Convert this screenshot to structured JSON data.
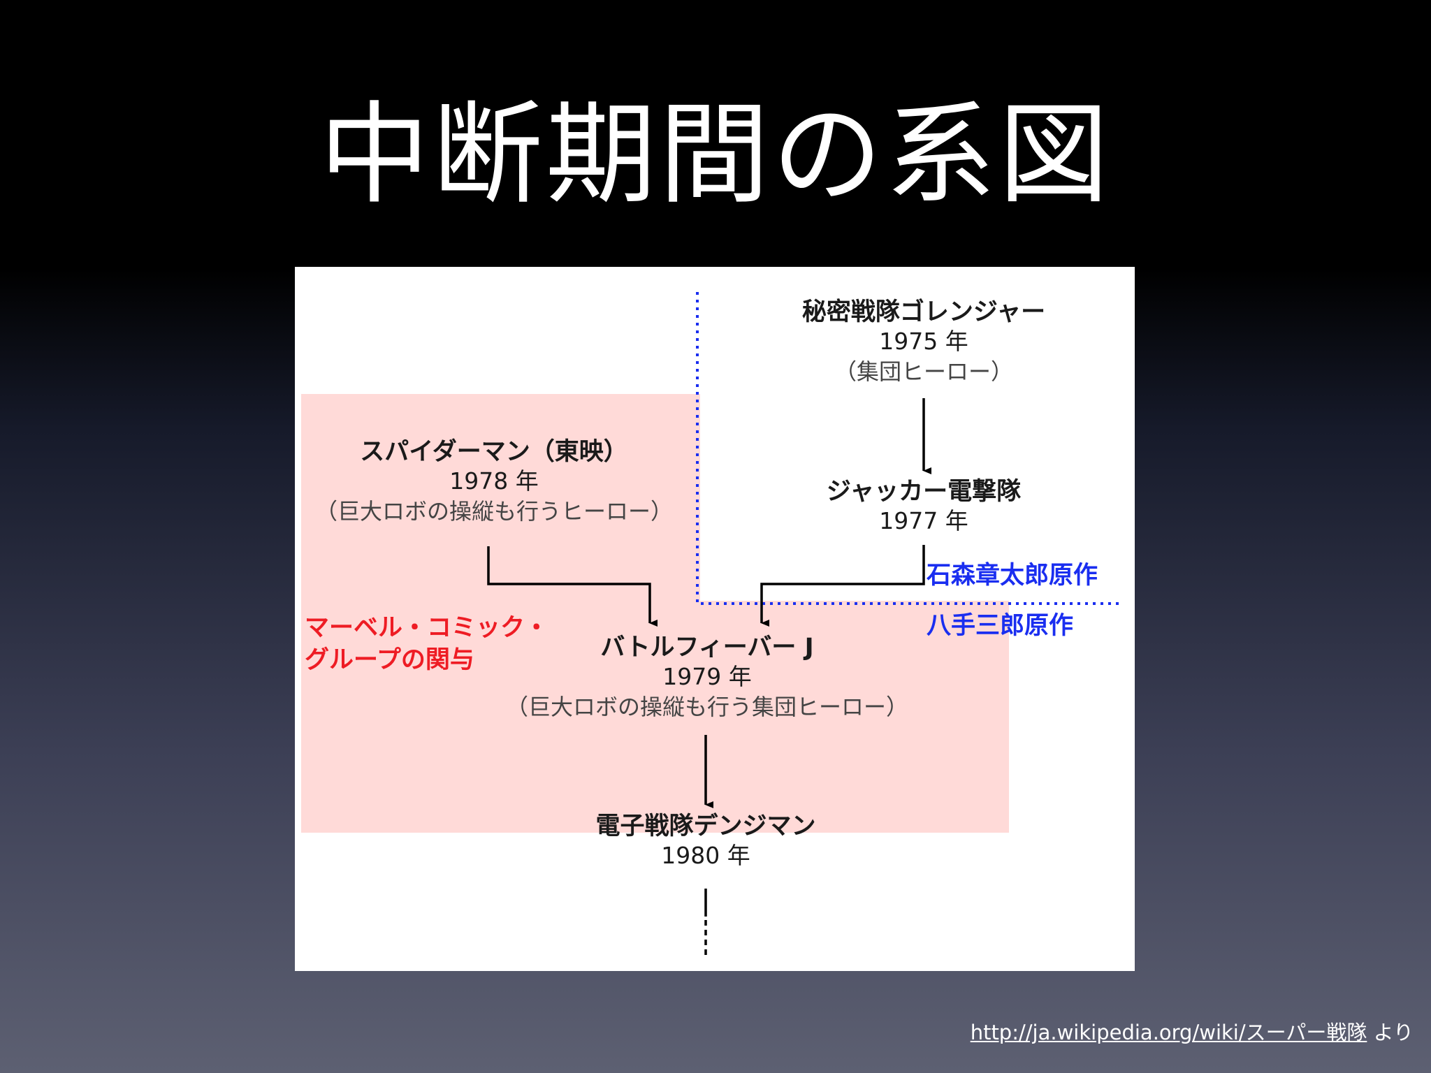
{
  "slide": {
    "title": "中断期間の系図"
  },
  "diagram": {
    "nodes": {
      "goranger": {
        "name": "秘密戦隊ゴレンジャー",
        "year": "1975 年",
        "desc": "（集団ヒーロー）"
      },
      "jakq": {
        "name": "ジャッカー電撃隊",
        "year": "1977 年"
      },
      "spiderman": {
        "name": "スパイダーマン（東映）",
        "year": "1978 年",
        "desc": "（巨大ロボの操縦も行うヒーロー）"
      },
      "battlefever": {
        "name": "バトルフィーバー J",
        "year": "1979 年",
        "desc": "（巨大ロボの操縦も行う集団ヒーロー）"
      },
      "denjiman": {
        "name": "電子戦隊デンジマン",
        "year": "1980 年"
      }
    },
    "regions": {
      "marvel_label_line1": "マーベル・コミック・",
      "marvel_label_line2": "グループの関与",
      "ishinomori_label": "石森章太郎原作",
      "hatte_label": "八手三郎原作"
    },
    "colors": {
      "marvel_region": "#ffdad8",
      "marvel_text": "#ee1c24",
      "creator_text": "#1a2ef0",
      "dotted_line": "#1a2ef0",
      "arrow": "#000000"
    }
  },
  "footer": {
    "source_link": "http://ja.wikipedia.org/wiki/スーパー戦隊",
    "source_suffix": " より"
  }
}
